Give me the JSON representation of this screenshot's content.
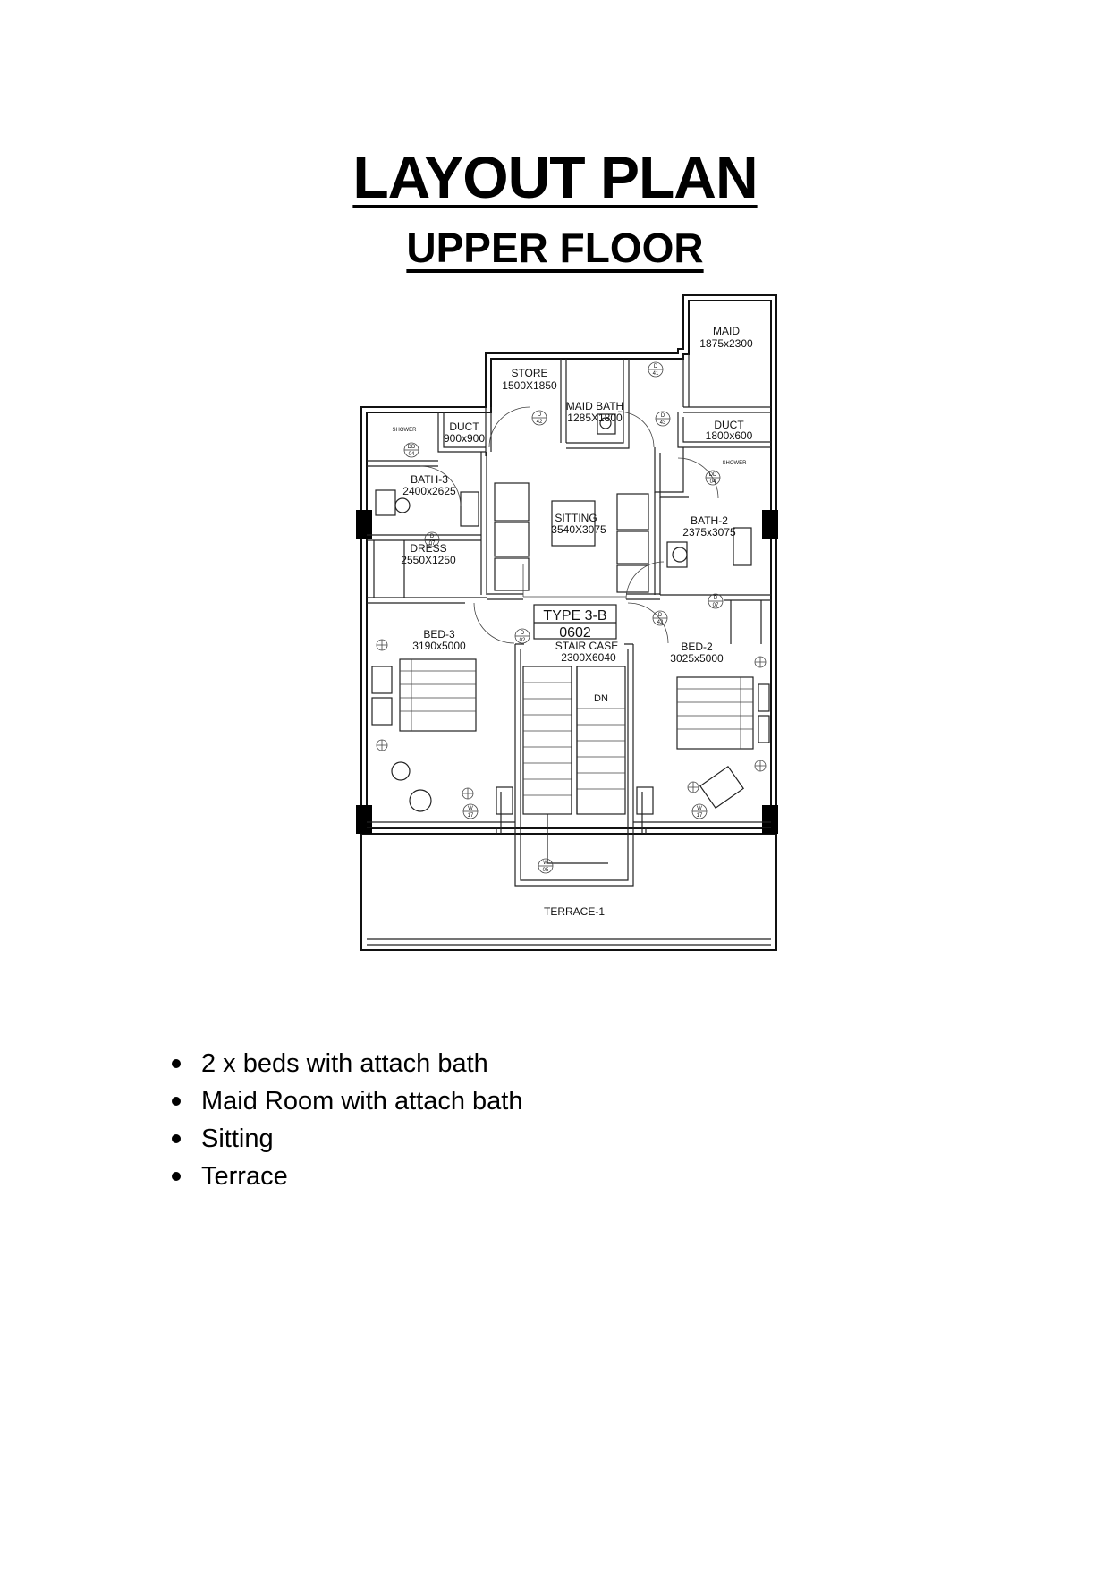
{
  "header": {
    "title": "LAYOUT PLAN",
    "subtitle": "UPPER FLOOR"
  },
  "plan": {
    "rooms": {
      "maid": {
        "name": "MAID",
        "size": "1875x2300"
      },
      "store": {
        "name": "STORE",
        "size": "1500X1850"
      },
      "maid_bath": {
        "name": "MAID BATH",
        "size": "1285X1800"
      },
      "duct_left": {
        "name": "DUCT",
        "size": "900x900"
      },
      "duct_right": {
        "name": "DUCT",
        "size": "1800x600"
      },
      "bath3": {
        "name": "BATH-3",
        "size": "2400x2625"
      },
      "bath2": {
        "name": "BATH-2",
        "size": "2375x3075"
      },
      "sitting": {
        "name": "SITTING",
        "size": "3540X3075"
      },
      "dress": {
        "name": "DRESS",
        "size": "2550X1250"
      },
      "bed3": {
        "name": "BED-3",
        "size": "3190x5000"
      },
      "bed2": {
        "name": "BED-2",
        "size": "3025x5000"
      },
      "stair": {
        "name": "STAIR CASE",
        "size": "2300X6040"
      },
      "terrace": {
        "name": "TERRACE-1"
      }
    },
    "unit_type": "TYPE 3-B",
    "unit_number": "0602",
    "stair_direction": "DN",
    "shower_labels": [
      "SHOWER",
      "SHOWER"
    ],
    "door_tags": [
      {
        "id": "d41",
        "top": "D",
        "num": "41"
      },
      {
        "id": "d42a",
        "top": "D",
        "num": "42"
      },
      {
        "id": "d43",
        "top": "D",
        "num": "43"
      },
      {
        "id": "d04a",
        "top": "DD",
        "num": "04"
      },
      {
        "id": "d04b",
        "top": "DD",
        "num": "04"
      },
      {
        "id": "d07a",
        "top": "D",
        "num": "07"
      },
      {
        "id": "d07b",
        "top": "D",
        "num": "07"
      },
      {
        "id": "d02",
        "top": "D",
        "num": "02"
      },
      {
        "id": "d42b",
        "top": "D",
        "num": "42"
      }
    ],
    "window_tags": [
      {
        "id": "w17a",
        "top": "W",
        "num": "17"
      },
      {
        "id": "w17b",
        "top": "W",
        "num": "17"
      },
      {
        "id": "w05",
        "top": "W",
        "num": "05"
      }
    ]
  },
  "features": [
    "2 x beds with attach bath",
    "Maid Room with attach bath",
    "Sitting",
    "Terrace"
  ]
}
